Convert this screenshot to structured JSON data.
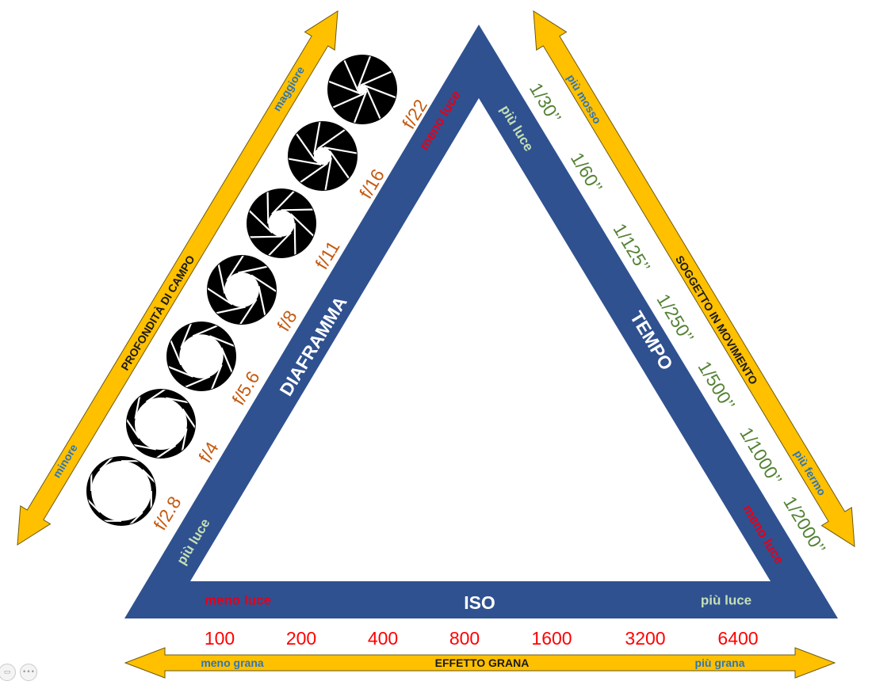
{
  "triangle": {
    "left_side": "DIAFRAMMA",
    "right_side": "TEMPO",
    "bottom_side": "ISO",
    "left_bottom_end": "più luce",
    "left_top_end": "meno luce",
    "right_top_end": "più luce",
    "right_bottom_end": "meno luce",
    "bottom_left_end": "meno luce",
    "bottom_right_end": "più luce",
    "fill_color": "#2f5190",
    "more_light_color": "#c5e0b4",
    "less_light_color": "#e3001b"
  },
  "apertures": {
    "labels": [
      "f/2.8",
      "f/4",
      "f/5.6",
      "f/8",
      "f/11",
      "f/16",
      "f/22"
    ],
    "opening": [
      0.86,
      0.75,
      0.63,
      0.5,
      0.38,
      0.25,
      0.13
    ],
    "label_color": "#c55a11"
  },
  "shutter_speeds": {
    "labels": [
      "1/30’’",
      "1/60’’",
      "1/125’’",
      "1/250’’",
      "1/500’’",
      "1/1000’’",
      "1/2000’’"
    ],
    "label_color": "#548235"
  },
  "iso_values": {
    "labels": [
      "100",
      "200",
      "400",
      "800",
      "1600",
      "3200",
      "6400"
    ],
    "label_color": "#ff0000"
  },
  "arrows": {
    "depth_of_field": {
      "title": "PROFONDITÀ DI CAMPO",
      "low_end": "minore",
      "high_end": "maggiore"
    },
    "motion": {
      "title": "SOGGETTO IN MOVIMENTO",
      "top_end": "più mosso",
      "bottom_end": "più fermo"
    },
    "grain": {
      "title": "EFFETTO GRANA",
      "left_end": "meno grana",
      "right_end": "più grana"
    },
    "fill_color": "#ffc000",
    "end_label_color": "#2e75b6"
  }
}
